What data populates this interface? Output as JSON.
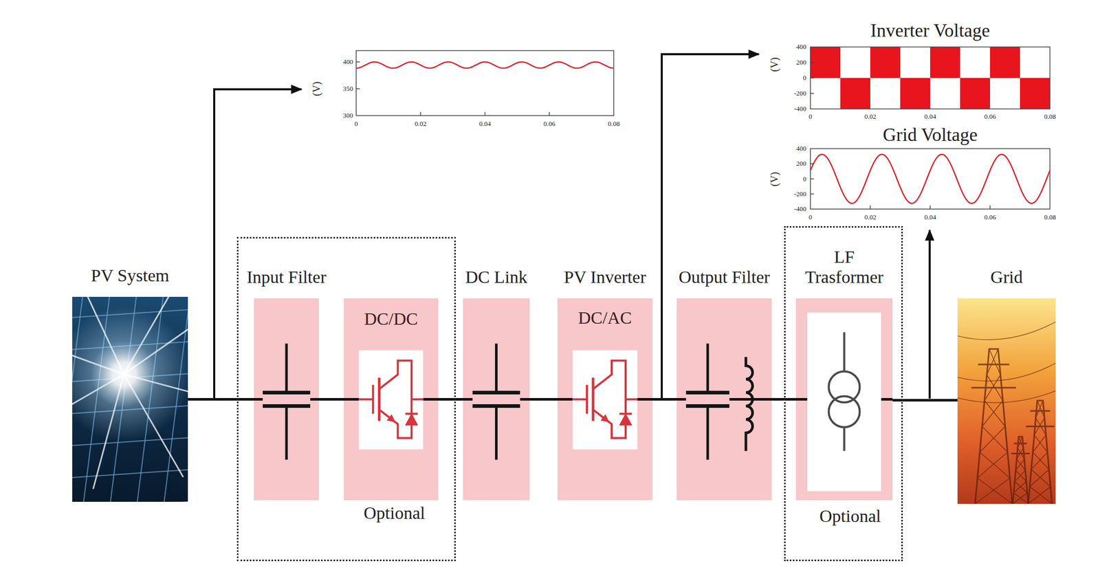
{
  "diagram": {
    "nodes": [
      {
        "text": [
          "PV System"
        ]
      },
      {
        "text": [
          "Optional"
        ]
      },
      {
        "text": [
          "Input Filter"
        ],
        "in": 1
      },
      {
        "text": [
          "DC/DC"
        ],
        "in": 1
      },
      {
        "text": [
          "DC Link"
        ]
      },
      {
        "text": [
          "PV Inverter",
          "DC/AC"
        ]
      },
      {
        "text": [
          "Output Filter"
        ]
      },
      {
        "text": [
          "Optional"
        ]
      },
      {
        "text": [
          "LF Trasformer"
        ],
        "in": 7
      },
      {
        "text": [
          "Grid"
        ]
      }
    ],
    "edges": [
      {
        "from": 0,
        "to": 2,
        "arrow": "none"
      },
      {
        "from": 2,
        "to": 3,
        "arrow": "none"
      },
      {
        "from": 3,
        "to": 4,
        "arrow": "none"
      },
      {
        "from": 4,
        "to": 5,
        "arrow": "none"
      },
      {
        "from": 5,
        "to": 6,
        "arrow": "none"
      },
      {
        "from": 6,
        "to": 8,
        "arrow": "none"
      },
      {
        "from": 8,
        "to": 9,
        "arrow": "none"
      }
    ],
    "labels": [
      "(V)",
      "400",
      "350",
      "300",
      "0",
      "0.02",
      "0.04",
      "0.06",
      "0.08",
      "Inverter Voltage",
      "(V)",
      "400",
      "200",
      "0",
      "-200",
      "-400",
      "0",
      "0.02",
      "0.04",
      "0.06",
      "0.08",
      "Grid Voltage",
      "(V)",
      "400",
      "200",
      "0",
      "-200",
      "-400",
      "0",
      "0.02",
      "0.04",
      "0.06",
      "0.08"
    ]
  }
}
